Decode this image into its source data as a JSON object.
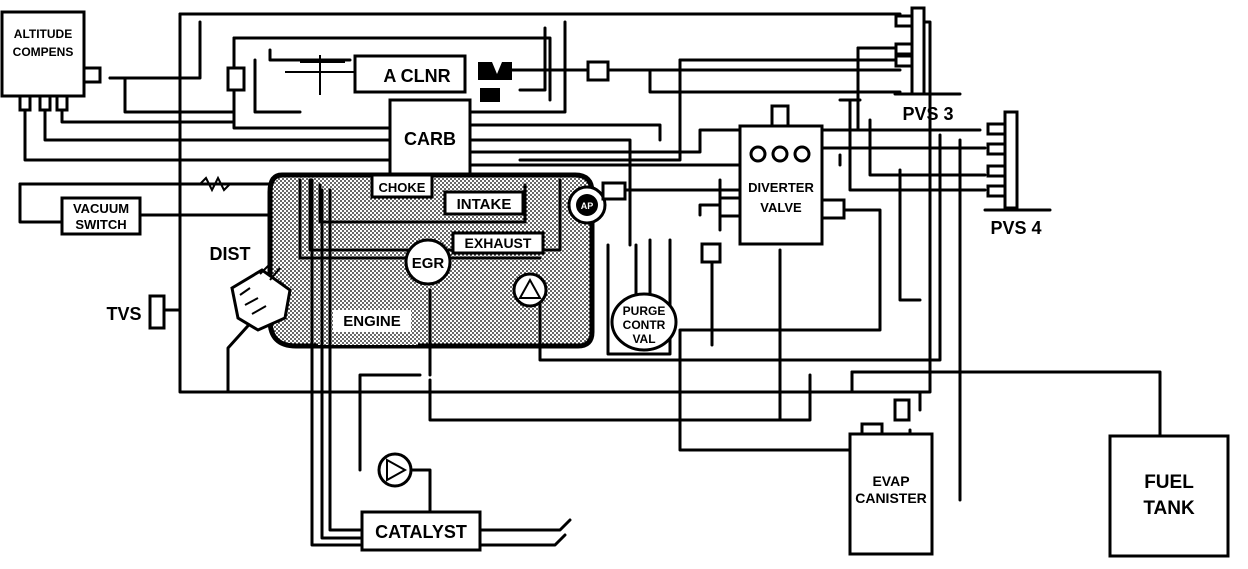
{
  "labels": {
    "altitude_compensator": [
      "ALTITUDE",
      "COMPENS"
    ],
    "air_cleaner": "A CLNR",
    "carb": "CARB",
    "choke": "CHOKE",
    "intake": "INTAKE",
    "exhaust": "EXHAUST",
    "egr": "EGR",
    "engine": "ENGINE",
    "dist": "DIST",
    "tvs": "TVS",
    "vacuum_switch": [
      "VACUUM",
      "SWITCH"
    ],
    "air_pump": "AP",
    "diverter_valve": [
      "DIVERTER",
      "VALVE"
    ],
    "purge_control_valve": [
      "PURGE",
      "CONTR",
      "VAL"
    ],
    "pvs3": "PVS 3",
    "pvs4": "PVS 4",
    "catalyst": "CATALYST",
    "evap_canister": [
      "EVAP",
      "CANISTER"
    ],
    "fuel_tank": [
      "FUEL",
      "TANK"
    ]
  }
}
